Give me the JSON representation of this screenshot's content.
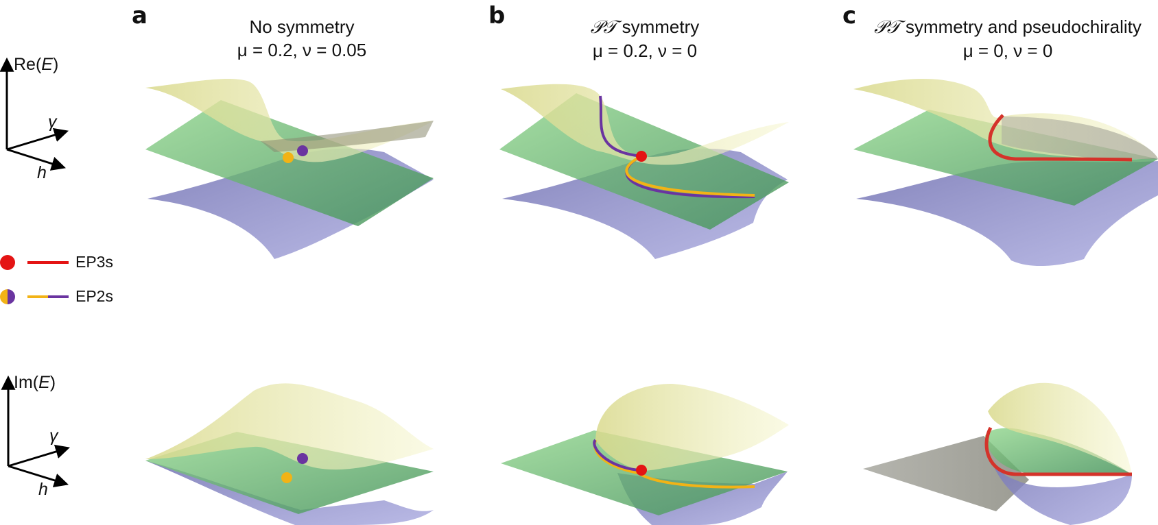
{
  "panels": [
    {
      "letter": "a",
      "title_line1": "No symmetry",
      "title_line2": "μ = 0.2, ν = 0.05"
    },
    {
      "letter": "b",
      "title_prefix": "𝒫𝒯",
      "title_line1": " symmetry",
      "title_line2": "μ = 0.2, ν = 0"
    },
    {
      "letter": "c",
      "title_prefix": "𝒫𝒯",
      "title_line1": " symmetry and pseudochirality",
      "title_line2": "μ = 0, ν = 0"
    }
  ],
  "axes": {
    "top": {
      "vertical": "Re(",
      "vertical_var": "E",
      "vertical_close": ")",
      "diag_up": "γ",
      "diag_down": "h"
    },
    "bottom": {
      "vertical": "Im(",
      "vertical_var": "E",
      "vertical_close": ")",
      "diag_up": "γ",
      "diag_down": "h"
    }
  },
  "legend": {
    "ep3": "EP3s",
    "ep2": "EP2s"
  },
  "colors": {
    "ep3": "#e41414",
    "ep2_orange": "#f2b316",
    "ep2_purple": "#6a34a0",
    "surface_yellow": "#e3e4a2",
    "surface_green": "#7cc47a",
    "surface_blue": "#8f8fd4"
  }
}
